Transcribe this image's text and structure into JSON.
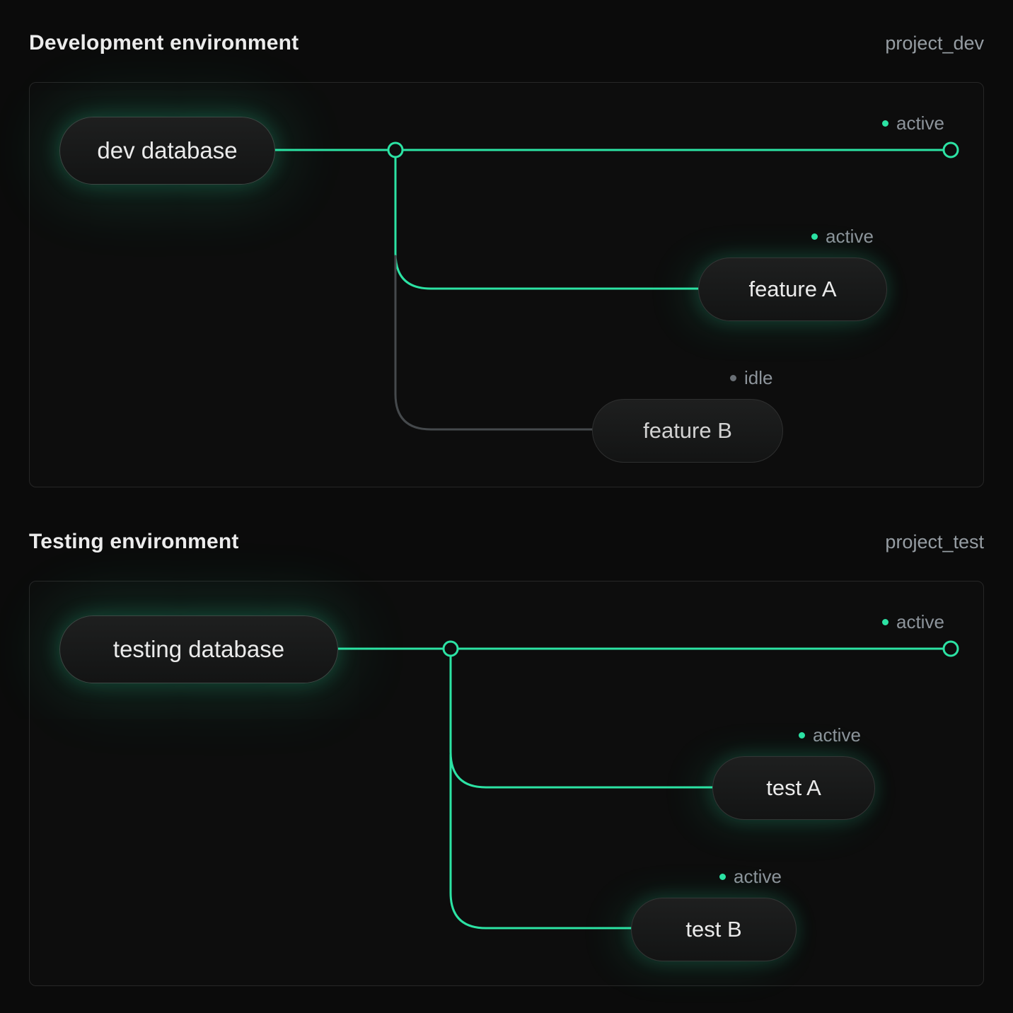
{
  "colors": {
    "accent": "#2ce3a4",
    "idle_line": "#45494c",
    "idle_dot": "#6a7076"
  },
  "sections": [
    {
      "title": "Development environment",
      "project": "project_dev",
      "database": {
        "label": "dev database"
      },
      "trunk_status": "active",
      "branches": [
        {
          "label": "feature A",
          "status": "active"
        },
        {
          "label": "feature B",
          "status": "idle"
        }
      ]
    },
    {
      "title": "Testing environment",
      "project": "project_test",
      "database": {
        "label": "testing database"
      },
      "trunk_status": "active",
      "branches": [
        {
          "label": "test A",
          "status": "active"
        },
        {
          "label": "test B",
          "status": "active"
        }
      ]
    }
  ]
}
